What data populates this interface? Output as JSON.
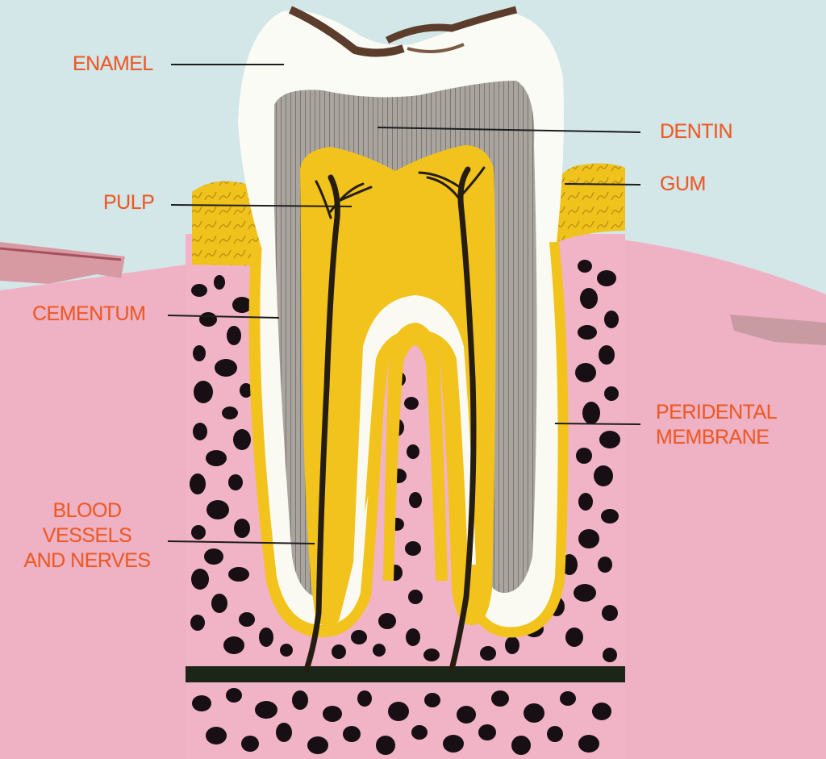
{
  "labels": {
    "enamel": "ENAMEL",
    "dentin": "DENTIN",
    "gum": "GUM",
    "pulp": "PULP",
    "cementum": "CEMENTUM",
    "peridental_line1": "PERIDENTAL",
    "peridental_line2": "MEMBRANE",
    "blood_line1": "BLOOD",
    "blood_line2": "VESSELS",
    "blood_line3": "AND NERVES"
  },
  "colors": {
    "label": "#ec5a26",
    "sky": "#d3e6e8",
    "gum_pink": "#eeb2c4",
    "enamel": "#fbfbf6",
    "dentin": "#9c9892",
    "pulp_yellow": "#f0c41c",
    "bone_spot": "#170f13"
  }
}
